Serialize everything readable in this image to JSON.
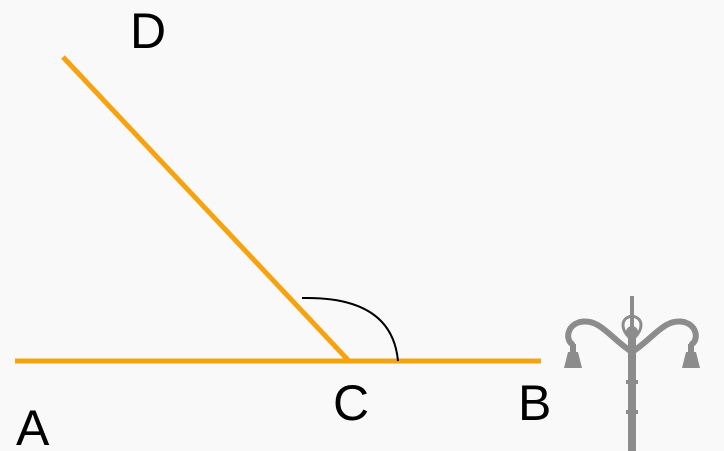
{
  "diagram": {
    "labels": {
      "a": "A",
      "b": "B",
      "c": "C",
      "d": "D"
    },
    "segments": [
      {
        "name": "segment-ab",
        "from": "A",
        "to": "B"
      },
      {
        "name": "segment-cd",
        "from": "C",
        "to": "D"
      }
    ],
    "angle_marked": "DCB",
    "colors": {
      "line": "#f7a20f",
      "arc": "#000000",
      "lamp": "#8c8c8c",
      "background": "#f9f9f9"
    },
    "icons": {
      "decoration": "street-lamp-icon"
    }
  }
}
